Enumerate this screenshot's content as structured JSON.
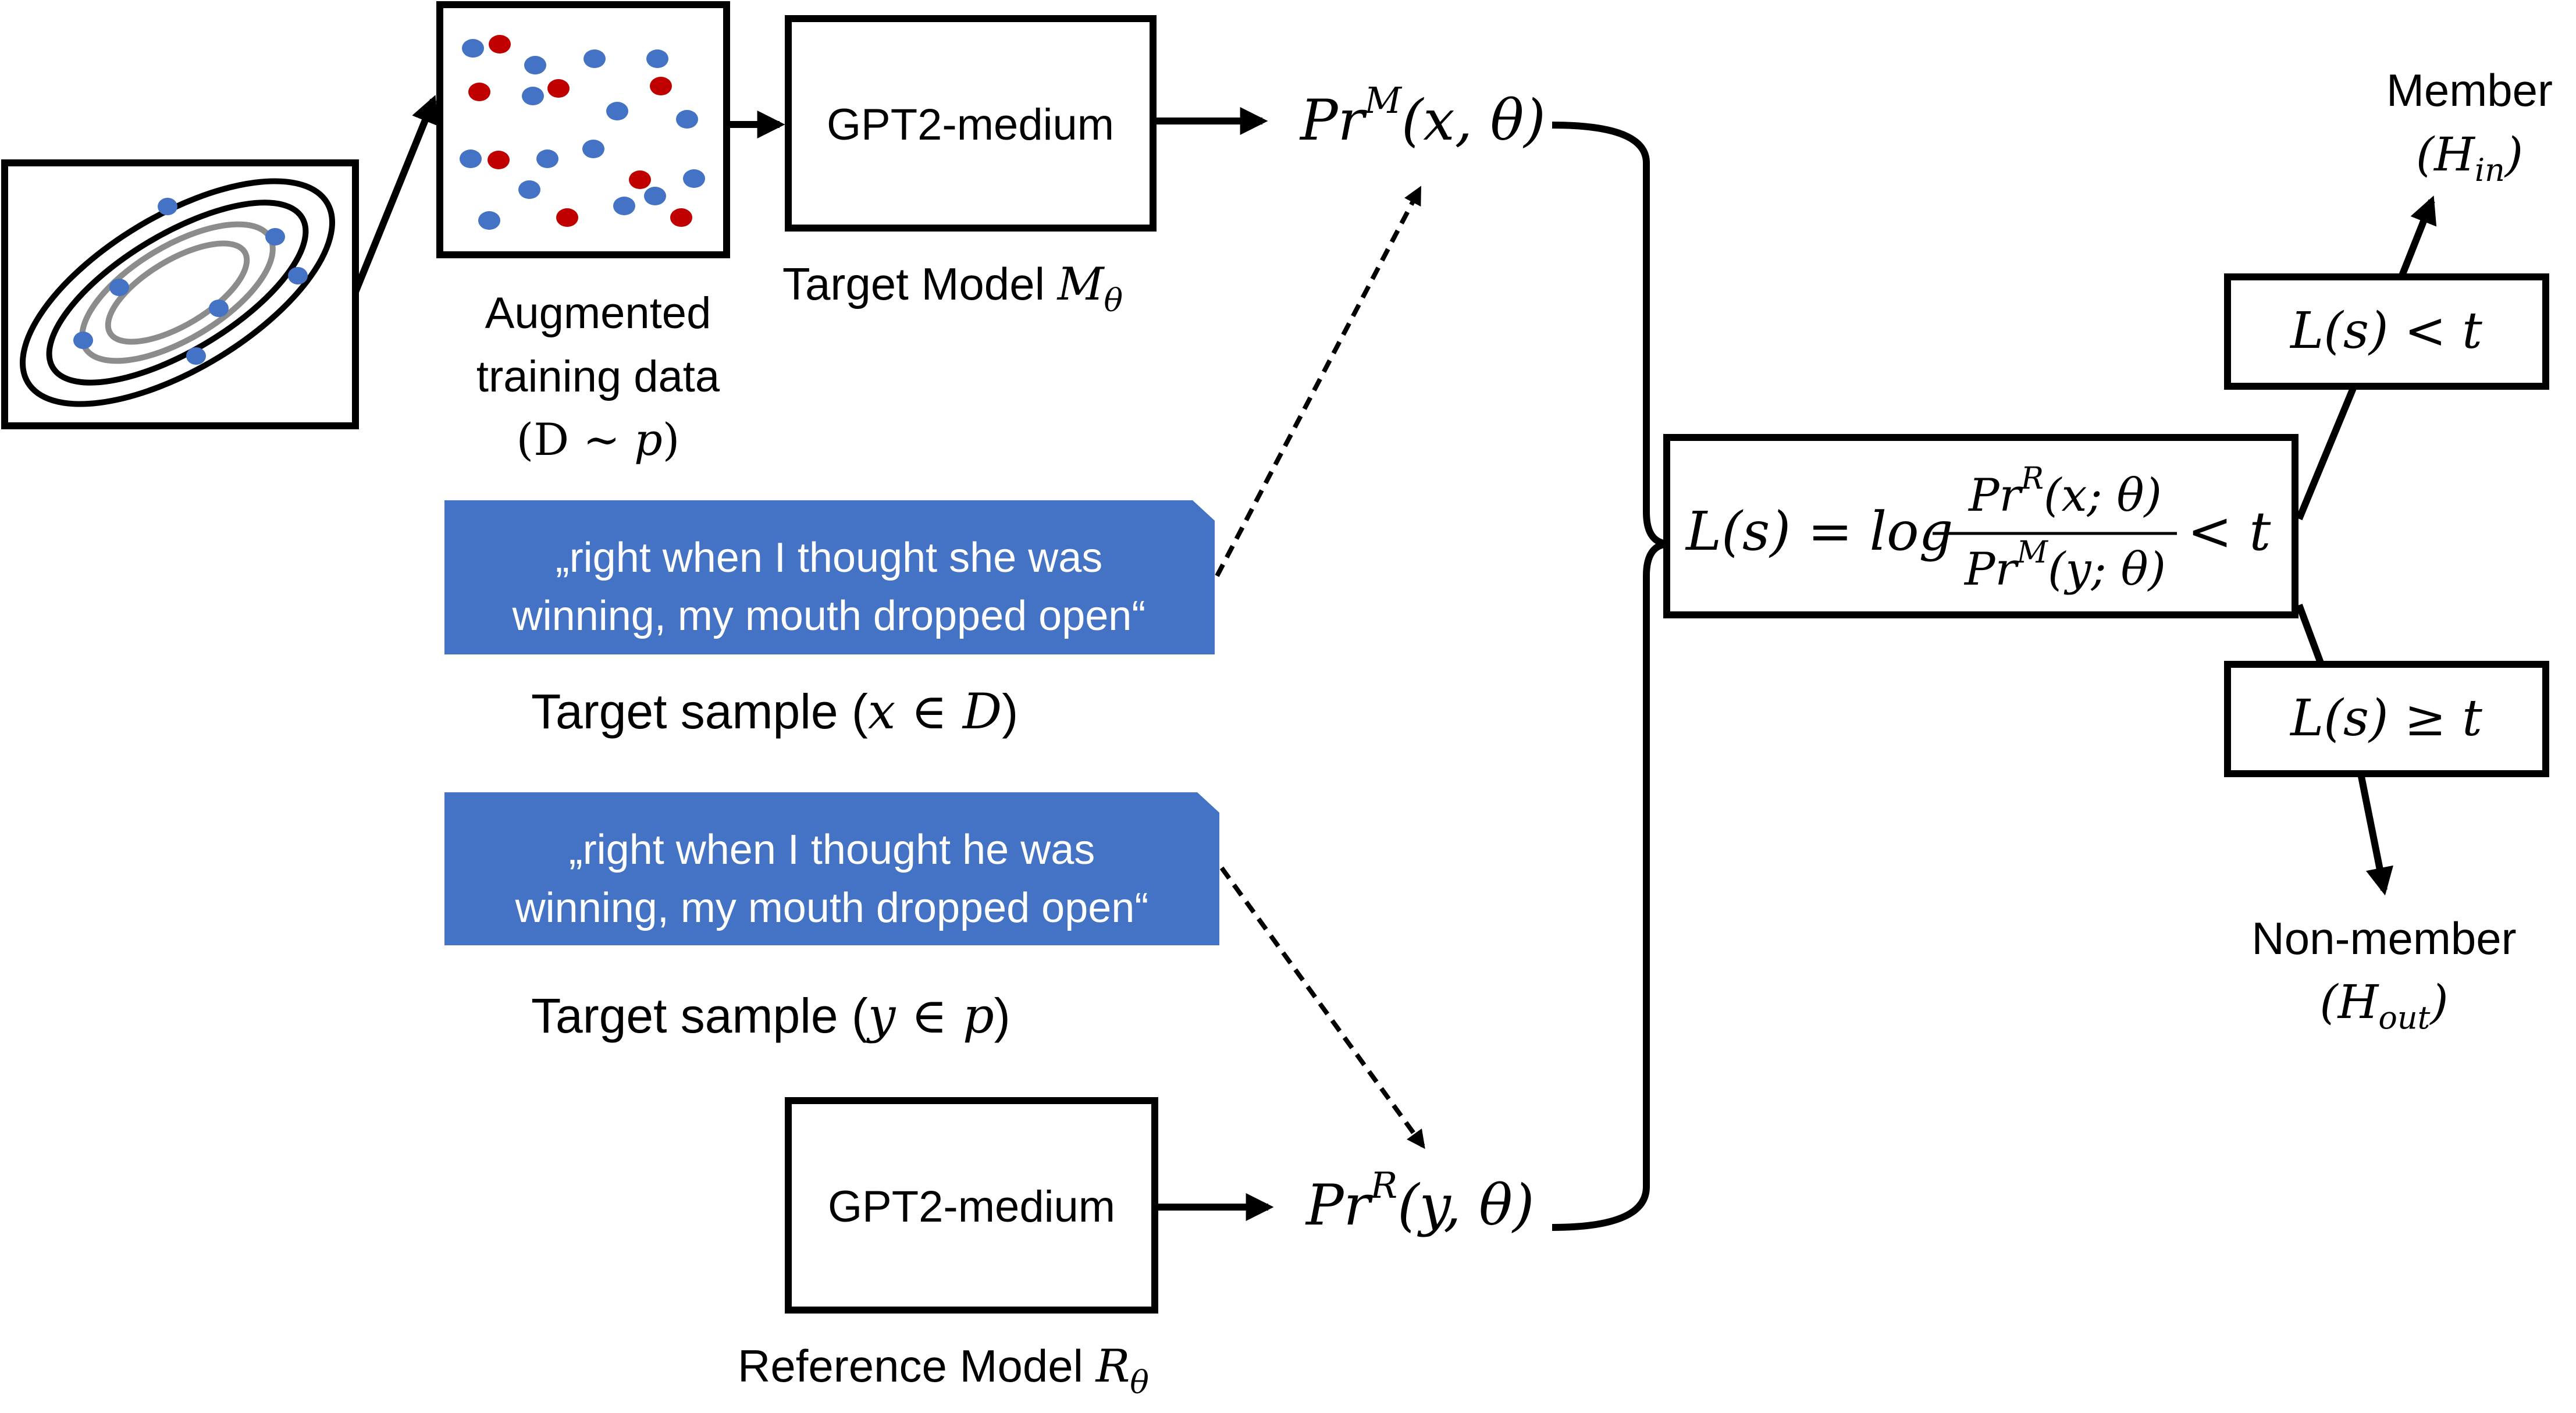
{
  "colors": {
    "stroke": "#000000",
    "blue_dot": "#4472c4",
    "red_dot": "#c00000",
    "quote_box": "#4472c4",
    "quote_text": "#ffffff",
    "inner_ellipse": "#8c8c8c"
  },
  "data_distribution": {
    "icon_name": "ellipse-distribution-icon"
  },
  "augmented_data": {
    "label_line1": "Augmented",
    "label_line2": "training data",
    "label_line3_open": "(D ∼ ",
    "label_line3_var": "p",
    "label_line3_close": ")"
  },
  "target_model": {
    "box_label": "GPT2-medium",
    "caption_text": "Target Model ",
    "caption_var": "M",
    "caption_sub": "θ"
  },
  "reference_model": {
    "box_label": "GPT2-medium",
    "caption_text": "Reference Model ",
    "caption_var": "R",
    "caption_sub": "θ"
  },
  "prob_target": {
    "base": "Pr",
    "sup": "M",
    "args": "(x, θ)"
  },
  "prob_reference": {
    "base": "Pr",
    "sup": "R",
    "args": "(y, θ)"
  },
  "sample_x": {
    "quote_line1": "„right when I thought she was",
    "quote_line2": "winning, my mouth dropped open“",
    "caption_text": "Target sample (",
    "caption_math": "x  ∈ D",
    "caption_close": ")"
  },
  "sample_y": {
    "quote_line1": "„right when I thought he was",
    "quote_line2": "winning, my mouth dropped open“",
    "caption_text": "Target sample (",
    "caption_math": "y  ∈ p",
    "caption_close": ")"
  },
  "likelihood": {
    "lhs": "L(s) = log",
    "num_base": "Pr",
    "num_sup": "R",
    "num_args": "(x;  θ)",
    "den_base": "Pr",
    "den_sup": "M",
    "den_args": "(y;  θ)",
    "rhs": "< t"
  },
  "decision_member": {
    "condition": "L(s) < t",
    "outcome": "Member",
    "hyp_base": "(H",
    "hyp_sub": "in",
    "hyp_close": ")"
  },
  "decision_nonmember": {
    "condition": "L(s) ≥ t",
    "outcome": "Non-member",
    "hyp_base": "(H",
    "hyp_sub": "out",
    "hyp_close": ")"
  }
}
